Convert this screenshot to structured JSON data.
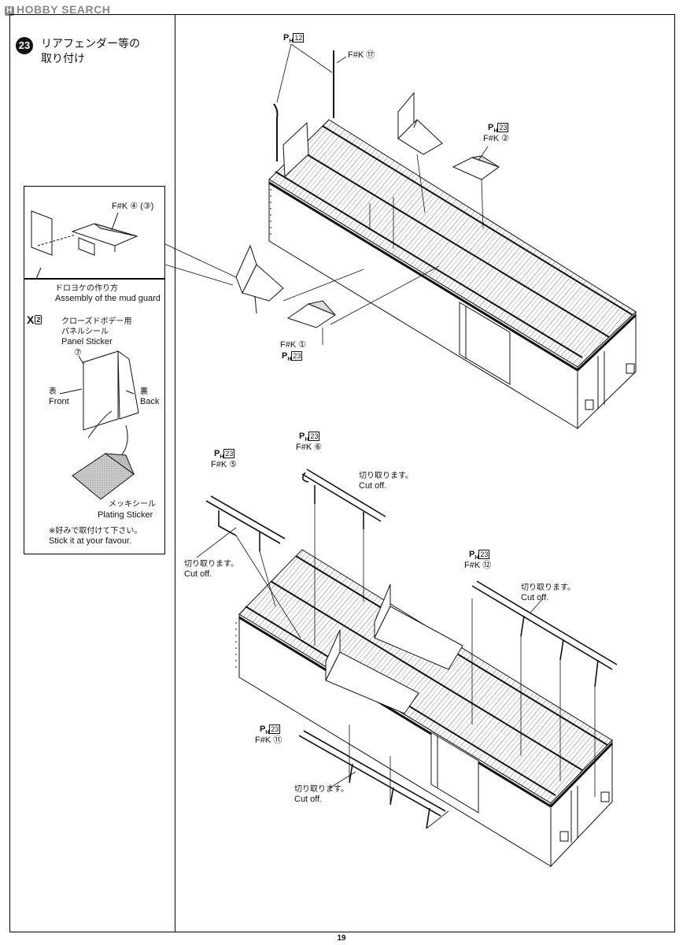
{
  "watermark": "HOBBY SEARCH",
  "step": {
    "number": "23",
    "title_line1": "リアフェンダー等の",
    "title_line2": "取り付け"
  },
  "inset_top": {
    "part": "F#K ④ (③)"
  },
  "inset_bottom": {
    "heading_jp": "ドロヨケの作り方",
    "heading_en": "Assembly of the mud guard",
    "x_mark": "X",
    "x_sub": "2",
    "sticker_jp1": "クローズドボデー用",
    "sticker_jp2": "パネルシール",
    "sticker_en": "Panel Sticker",
    "sticker_num": "⑦",
    "front_jp": "表",
    "front_en": "Front",
    "back_jp": "裏",
    "back_en": "Back",
    "plating_jp": "メッキシール",
    "plating_en": "Plating Sticker",
    "note_jp": "※好みで取付けて下さい。",
    "note_en": "Stick it at your favour."
  },
  "upper": {
    "ph12": "P",
    "ph12_sub": "H",
    "ph12_box": "12",
    "fk17": "F#K ⑰",
    "ph23a_box": "23",
    "fk2": "F#K ②",
    "fk1": "F#K ①",
    "ph23b_box": "23"
  },
  "lower": {
    "ph23_a": "23",
    "fk6": "F#K ⑥",
    "cut1_jp": "切り取ります。",
    "cut1_en": "Cut off.",
    "ph23_b": "23",
    "fk5": "F#K ⑤",
    "cut2_jp": "切り取ります。",
    "cut2_en": "Cut off.",
    "ph23_c": "23",
    "fk12": "F#K ⑫",
    "cut3_jp": "切り取ります。",
    "cut3_en": "Cut off.",
    "ph23_d": "23",
    "fk11": "F#K ⑪",
    "cut4_jp": "切り取ります。",
    "cut4_en": "Cut off."
  },
  "page_number": "19"
}
